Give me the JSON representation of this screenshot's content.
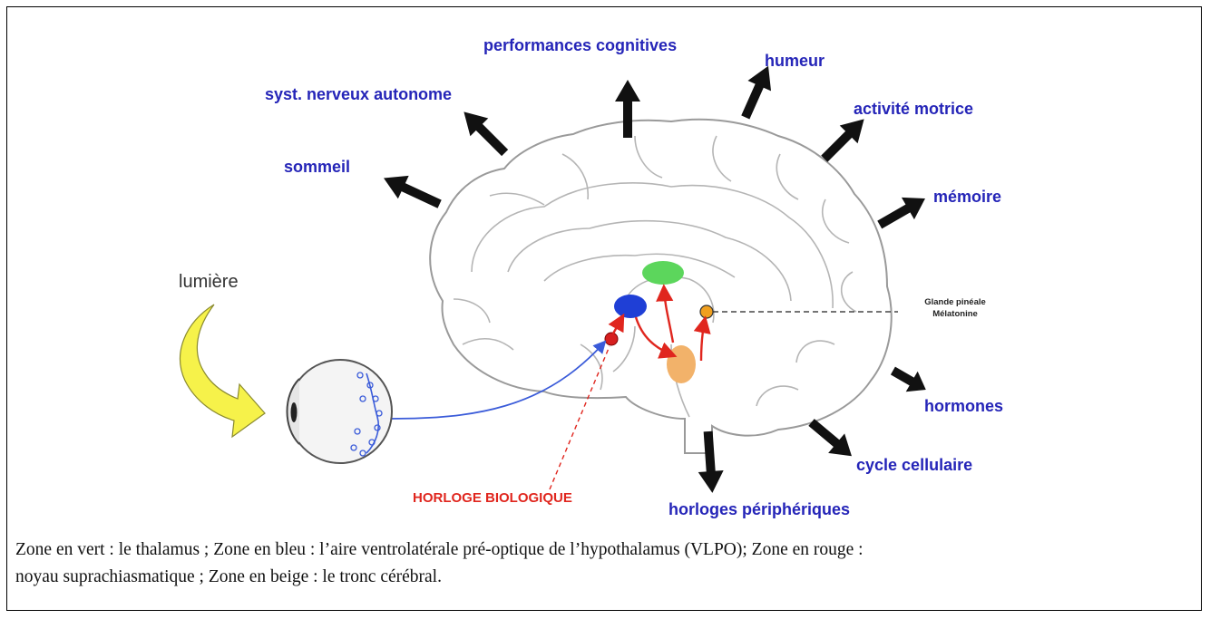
{
  "labels": {
    "performances": "performances cognitives",
    "humeur": "humeur",
    "syst": "syst. nerveux autonome",
    "activite": "activité motrice",
    "sommeil": "sommeil",
    "memoire": "mémoire",
    "hormones": "hormones",
    "cycle": "cycle cellulaire",
    "horloges": "horloges périphériques"
  },
  "lumiere": "lumière",
  "horloge_biologique": "HORLOGE BIOLOGIQUE",
  "pineal": {
    "line1": "Glande pinéale",
    "line2": "Mélatonine"
  },
  "caption": {
    "line1": "Zone en vert : le thalamus ; Zone en bleu : l’aire ventrolatérale pré-optique de l’hypothalamus (VLPO); Zone en rouge :",
    "line2": "noyau suprachiasmatique ; Zone en beige : le tronc cérébral."
  },
  "colors": {
    "label_blue": "#2525b8",
    "thalamus_green": "#5cd65c",
    "vlpo_blue": "#1f3fd6",
    "scn_red": "#d61f1f",
    "brainstem_beige": "#f2b26a",
    "pineal_orange": "#f0a020",
    "horloge_red": "#e0261e"
  }
}
